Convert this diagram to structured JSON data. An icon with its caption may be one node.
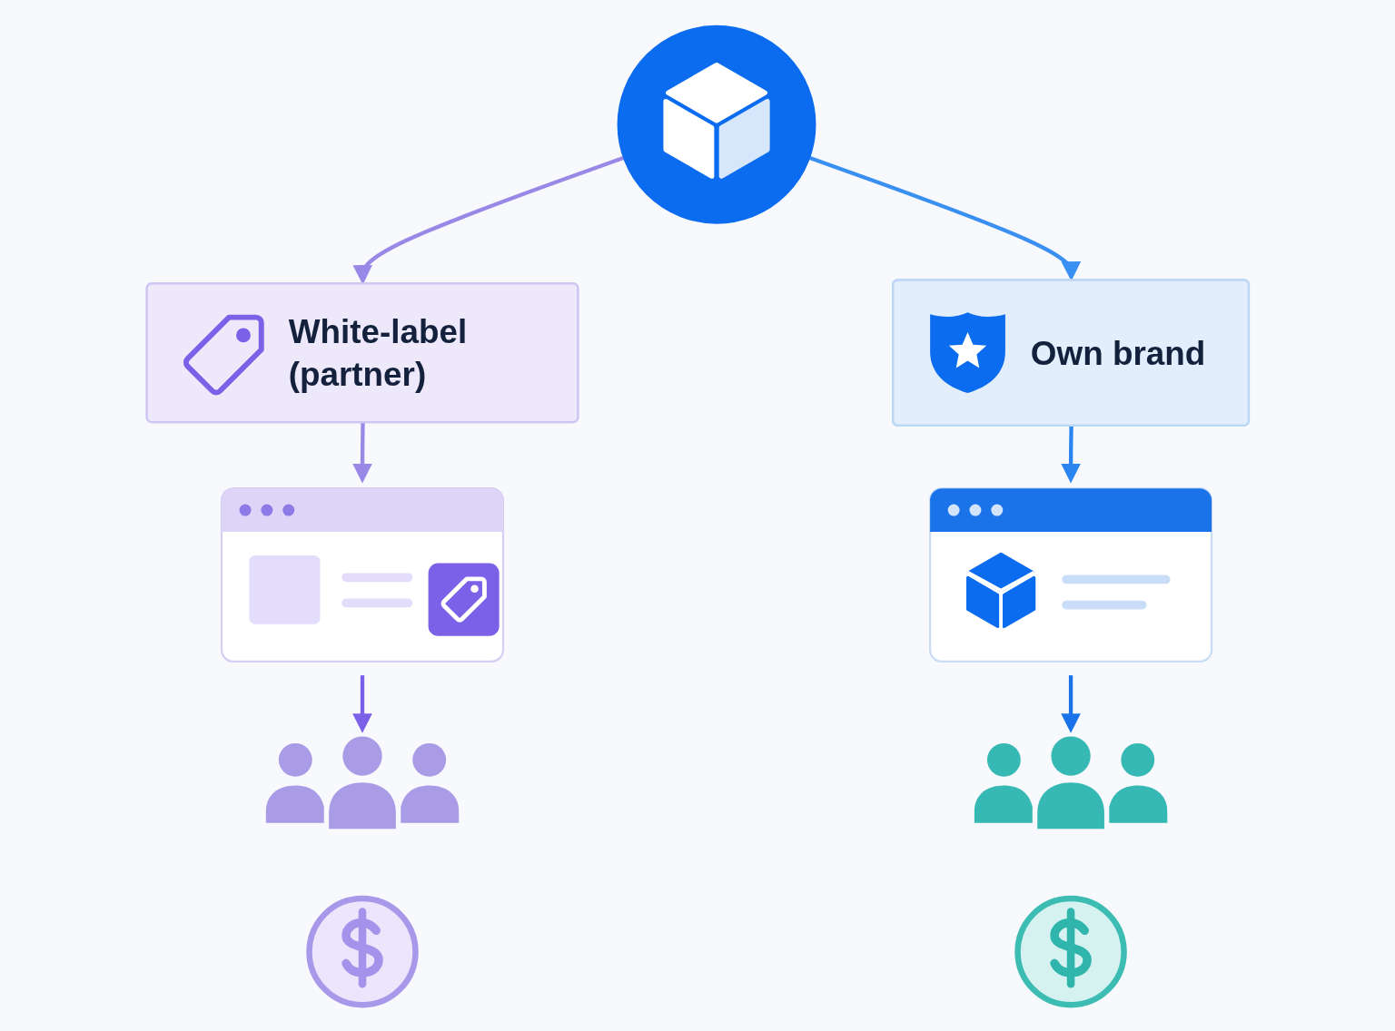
{
  "diagram": {
    "nodes": [
      {
        "text": [],
        "shape": "circle"
      },
      {
        "text": [
          "White-label (partner)"
        ]
      },
      {
        "text": [
          "Own brand"
        ]
      },
      {
        "text": [],
        "shape": "picture"
      },
      {
        "text": [],
        "shape": "picture"
      },
      {
        "text": [],
        "shape": "person"
      },
      {
        "text": [],
        "shape": "person"
      },
      {
        "text": [],
        "shape": "circle"
      },
      {
        "text": [],
        "shape": "circle"
      }
    ],
    "edges": [
      {
        "from": 0,
        "to": 1,
        "arrow": "to",
        "color": "#9a88e6"
      },
      {
        "from": 0,
        "to": 2,
        "arrow": "to",
        "color": "#3a8ff2"
      },
      {
        "from": 1,
        "to": 3,
        "arrow": "to",
        "color": "#9a88e6"
      },
      {
        "from": 2,
        "to": 4,
        "arrow": "to",
        "color": "#2b84f0"
      },
      {
        "from": 3,
        "to": 5,
        "arrow": "to",
        "color": "#7b61e8"
      },
      {
        "from": 4,
        "to": 6,
        "arrow": "to",
        "color": "#1a73e8"
      }
    ]
  }
}
